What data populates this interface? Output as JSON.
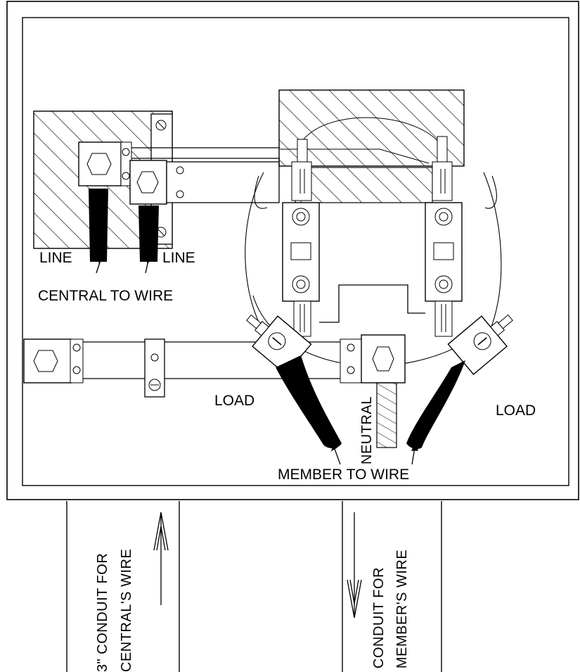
{
  "labels": {
    "line_left": "LINE",
    "line_right": "LINE",
    "central_to_wire": "CENTRAL TO WIRE",
    "load_left": "LOAD",
    "load_right": "LOAD",
    "neutral": "NEUTRAL",
    "member_to_wire": "MEMBER TO WIRE"
  },
  "conduits": {
    "central_line1": "3\" CONDUIT FOR",
    "central_line2": "CENTRAL'S WIRE",
    "member_line1": "CONDUIT FOR",
    "member_line2": "MEMBER'S WIRE"
  }
}
